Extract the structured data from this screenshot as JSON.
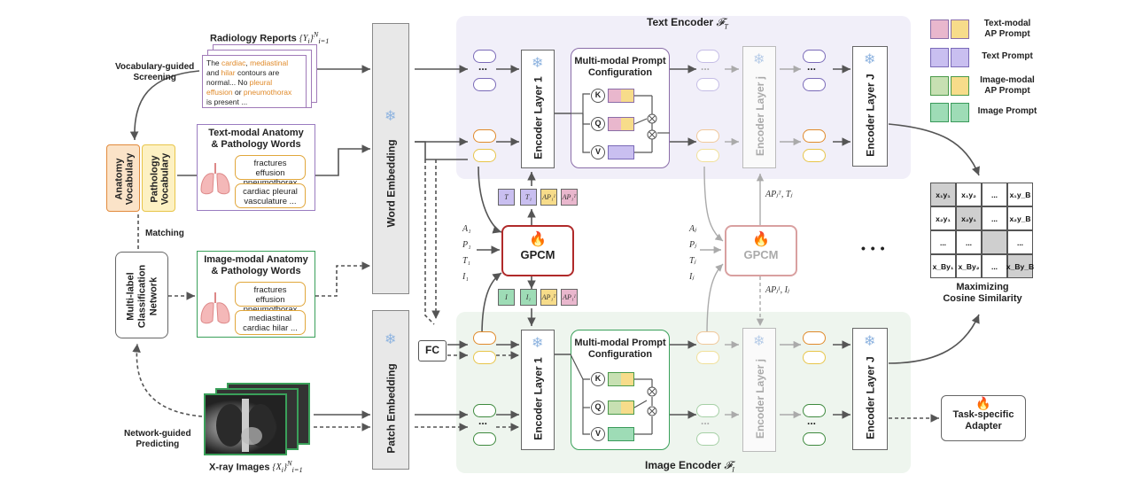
{
  "sources": {
    "radiology_reports": "Radiology Reports",
    "report_math": "{Y_i}^N_i=1",
    "report_lines": [
      {
        "parts": [
          {
            "t": "The ",
            "c": "#222"
          },
          {
            "t": "cardiac",
            "c": "#e08a2a"
          },
          {
            "t": ", ",
            "c": "#222"
          },
          {
            "t": "mediastinal",
            "c": "#e08a2a"
          }
        ]
      },
      {
        "parts": [
          {
            "t": "and ",
            "c": "#222"
          },
          {
            "t": "hilar",
            "c": "#e08a2a"
          },
          {
            "t": " contours are",
            "c": "#222"
          }
        ]
      },
      {
        "parts": [
          {
            "t": "normal...     No ",
            "c": "#222"
          },
          {
            "t": "pleural",
            "c": "#e08a2a"
          }
        ]
      },
      {
        "parts": [
          {
            "t": "effusion",
            "c": "#e08a2a"
          },
          {
            "t": " or ",
            "c": "#222"
          },
          {
            "t": "pneumothorax",
            "c": "#e08a2a"
          }
        ]
      },
      {
        "parts": [
          {
            "t": "is present ...",
            "c": "#222"
          }
        ]
      }
    ],
    "xray_images": "X-ray Images",
    "xray_math": "{X_i}^N_i=1"
  },
  "left": {
    "vocab_screening": [
      "Vocabulary-guided",
      "Screening"
    ],
    "matching": "Matching",
    "network_predicting": [
      "Network-guided",
      "Predicting"
    ],
    "anatomy_vocab": [
      "Anatomy",
      "Vocabulary"
    ],
    "pathology_vocab": [
      "Pathology",
      "Vocabulary"
    ],
    "classifier": [
      "Multi-label",
      "Classification",
      "Network"
    ]
  },
  "text_words": {
    "title": [
      "Text-modal Anatomy",
      "& Pathology Words"
    ],
    "pill1": [
      "fractures effusion",
      "pneumothorax ..."
    ],
    "pill2": [
      "cardiac pleural",
      "vasculature ..."
    ]
  },
  "image_words": {
    "title": [
      "Image-modal Anatomy",
      "& Pathology Words"
    ],
    "pill1": [
      "fractures effusion",
      "pneumothorax"
    ],
    "pill2": [
      "mediastinal",
      "cardiac hilar ..."
    ]
  },
  "embeddings": {
    "word": "Word  Embedding",
    "patch": "Patch  Embedding",
    "fc": "FC"
  },
  "text_encoder": {
    "title": "Text Encoder",
    "math": "F_T",
    "layer1": "Encoder Layer 1",
    "layerj": "Encoder Layer j",
    "layerJ": "Encoder Layer J",
    "mpc": [
      "Multi-modal Prompt",
      "Configuration"
    ]
  },
  "image_encoder": {
    "title": "Image Encoder",
    "math": "F_I",
    "layer1": "Encoder Layer 1",
    "layerj": "Encoder Layer j",
    "layerJ": "Encoder Layer J",
    "mpc": [
      "Multi-modal Prompt",
      "Configuration"
    ]
  },
  "kqv": [
    "K",
    "Q",
    "V"
  ],
  "gpcm": {
    "label1": "GPCM",
    "label2": "GPCM",
    "inputs1": [
      "A₁",
      "P₁",
      "T₁",
      "I₁"
    ],
    "inputs2": [
      "Aⱼ",
      "Pⱼ",
      "Tⱼ",
      "Iⱼ"
    ],
    "tokens_top": [
      "T",
      "T₁",
      "AP₁ᴵ",
      "AP₁ᵀ"
    ],
    "tokens_bottom": [
      "I",
      "I₁",
      "AP₁ᵀ",
      "AP₁ᴵ"
    ],
    "out_top": "APⱼᵀ, Tⱼ",
    "out_bottom": "APⱼᴵ, Iⱼ"
  },
  "dots": "...",
  "ellipsis_big": "• • •",
  "legend": [
    {
      "label": [
        "Text-modal",
        "AP Prompt"
      ],
      "colors": [
        "#e9b7cd",
        "#f7dc8a"
      ],
      "border": "#8a6da8"
    },
    {
      "label": [
        "Text Prompt"
      ],
      "colors": [
        "#c9bff0",
        "#c9bff0"
      ],
      "border": "#7a6ab8"
    },
    {
      "label": [
        "Image-modal",
        "AP Prompt"
      ],
      "colors": [
        "#c7e0b2",
        "#f7dc8a"
      ],
      "border": "#4a9a4a"
    },
    {
      "label": [
        "Image Prompt"
      ],
      "colors": [
        "#9edcb6",
        "#9edcb6"
      ],
      "border": "#3a9a5a"
    }
  ],
  "matrix": {
    "rows": [
      [
        "x₁y₁",
        "x₁y₂",
        "...",
        "x₁y_B"
      ],
      [
        "x₂y₁",
        "x₂y₁",
        "...",
        "x₂y_B"
      ],
      [
        "...",
        "...",
        "",
        "..."
      ],
      [
        "x_By₁",
        "x_By₂",
        "...",
        "x_By_B"
      ]
    ],
    "caption": [
      "Maximizing",
      "Cosine Similarity"
    ]
  },
  "adapter": [
    "Task-specific",
    "Adapter"
  ]
}
